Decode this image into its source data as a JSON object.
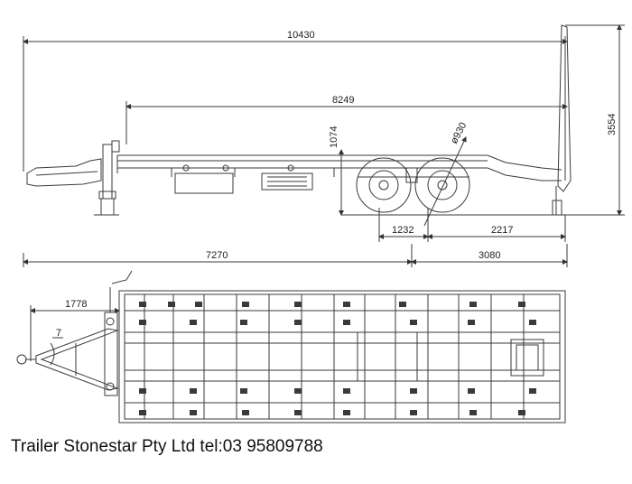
{
  "side_view": {
    "dimensions": {
      "overall_length": "10430",
      "deck_length": "8249",
      "deck_height": "1074",
      "wheel_diameter": "ø930",
      "overall_height": "3554",
      "axle_spacing": "1232",
      "rear_overhang": "2217",
      "front_to_axle": "7270",
      "axle_to_rear": "3080"
    }
  },
  "top_view": {
    "dimensions": {
      "drawbar_length": "1778",
      "drawbar_label": "7"
    }
  },
  "caption": "Trailer Stonestar Pty Ltd tel:03 95809788",
  "colors": {
    "line": "#3a3a3a",
    "background": "#ffffff"
  }
}
